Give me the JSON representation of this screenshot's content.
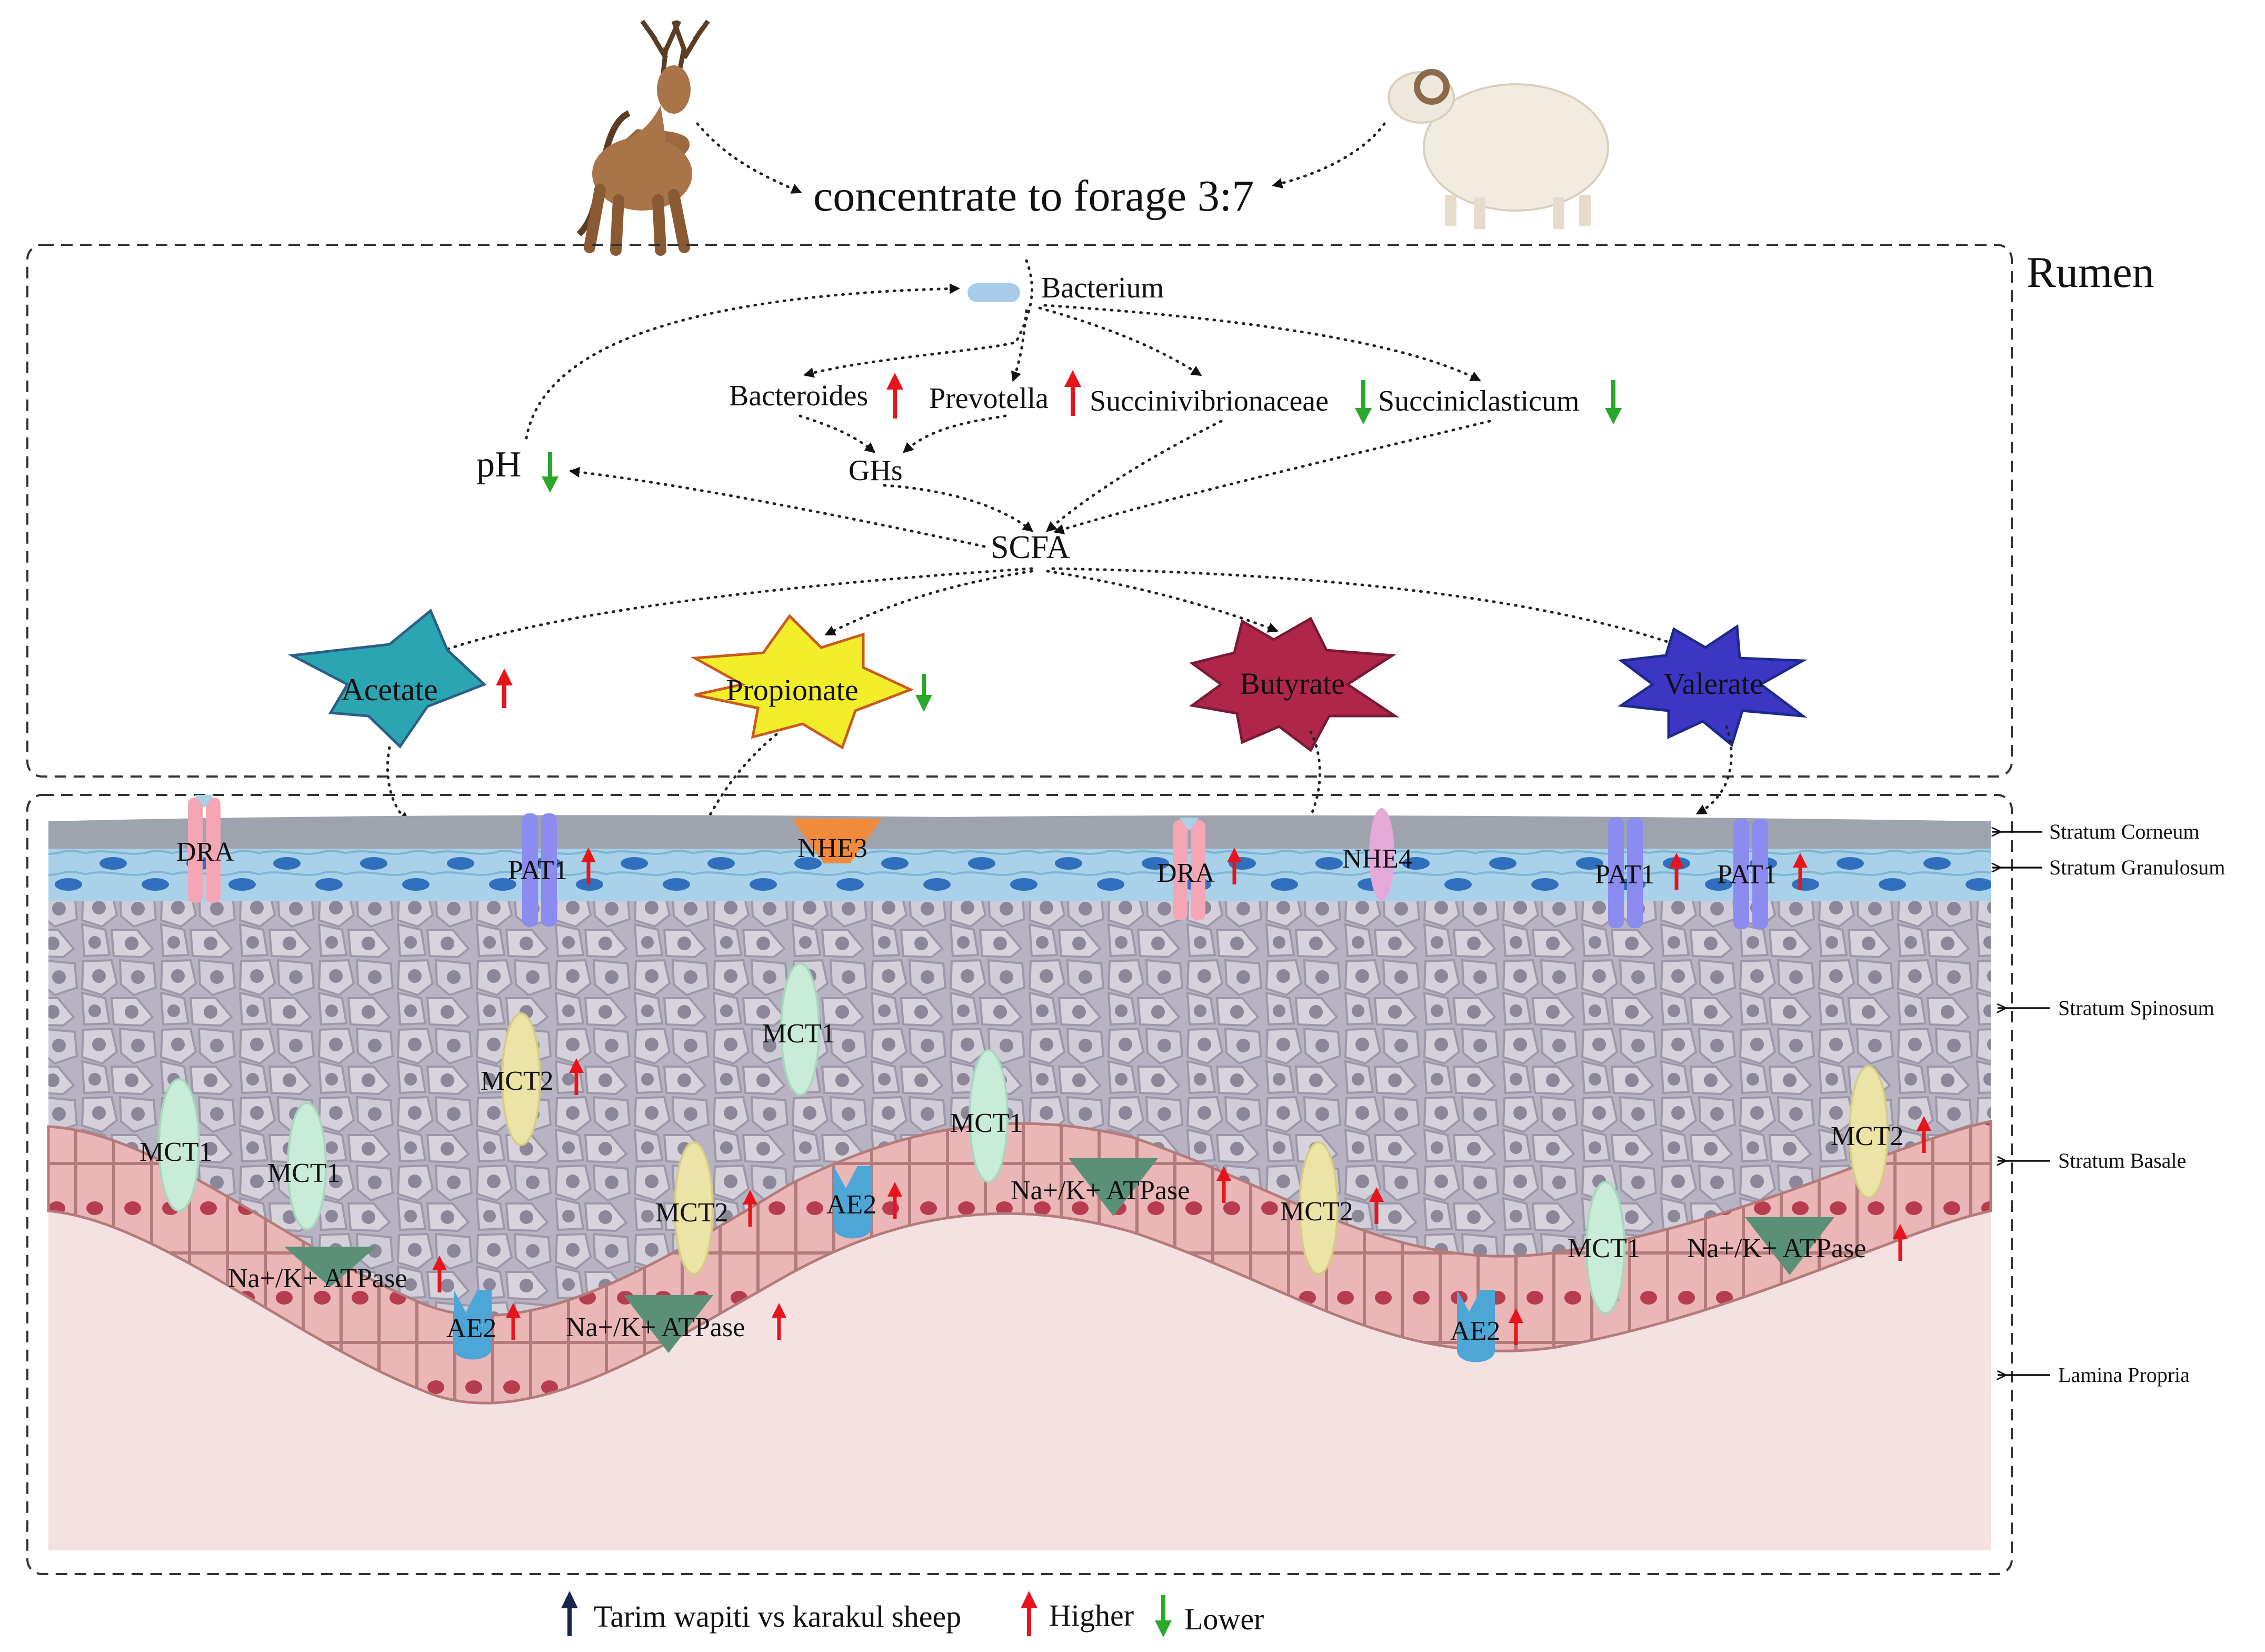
{
  "diet_label": "concentrate to forage 3:7",
  "rumen_label": "Rumen",
  "animals": {
    "deer_icon": "deer-icon",
    "sheep_icon": "sheep-icon"
  },
  "bacteria": {
    "root": "Bacterium",
    "taxa": [
      {
        "name": "Bacteroides",
        "change": "up"
      },
      {
        "name": "Prevotella",
        "change": "up"
      },
      {
        "name": "Succinivibrionaceae",
        "change": "down"
      },
      {
        "name": "Succiniclasticum",
        "change": "down"
      }
    ]
  },
  "ghs_label": "GHs",
  "ph": {
    "label": "pH",
    "change": "down"
  },
  "scfa_label": "SCFA",
  "scfa": [
    {
      "name": "Acetate",
      "color": "#2ba5b1",
      "change": "up"
    },
    {
      "name": "Propionate",
      "color": "#f2ee2a",
      "change": "down"
    },
    {
      "name": "Butyrate",
      "color": "#b0264a",
      "change": "none"
    },
    {
      "name": "Valerate",
      "color": "#3b36c4",
      "change": "none"
    }
  ],
  "layers": [
    "Stratum Corneum",
    "Stratum Granulosum",
    "Stratum Spinosum",
    "Stratum Basale",
    "Lamina Propria"
  ],
  "transporters": {
    "dra": "DRA",
    "pat1": "PAT1",
    "nhe3": "NHE3",
    "nhe4": "NHE4",
    "mct1": "MCT1",
    "mct2": "MCT2",
    "ae2": "AE2",
    "nak": "Na+/K+ ATPase"
  },
  "colors": {
    "higher": "#e8141c",
    "lower": "#2aa82a",
    "comparison": "#1a2648",
    "dra": "#f4a6b4",
    "pat1": "#8c8cf0",
    "nhe3": "#f28a3c",
    "nhe4": "#e6a8d8",
    "mct1": "#c9ecd9",
    "mct2": "#ece3a6",
    "ae2": "#4da6d6",
    "nak": "#5a8f78",
    "basal_cell": "#eab2b2",
    "lamina": "#f5e1e1"
  },
  "legend": {
    "comparison": "Tarim wapiti vs karakul sheep",
    "higher": "Higher",
    "lower": "Lower"
  }
}
